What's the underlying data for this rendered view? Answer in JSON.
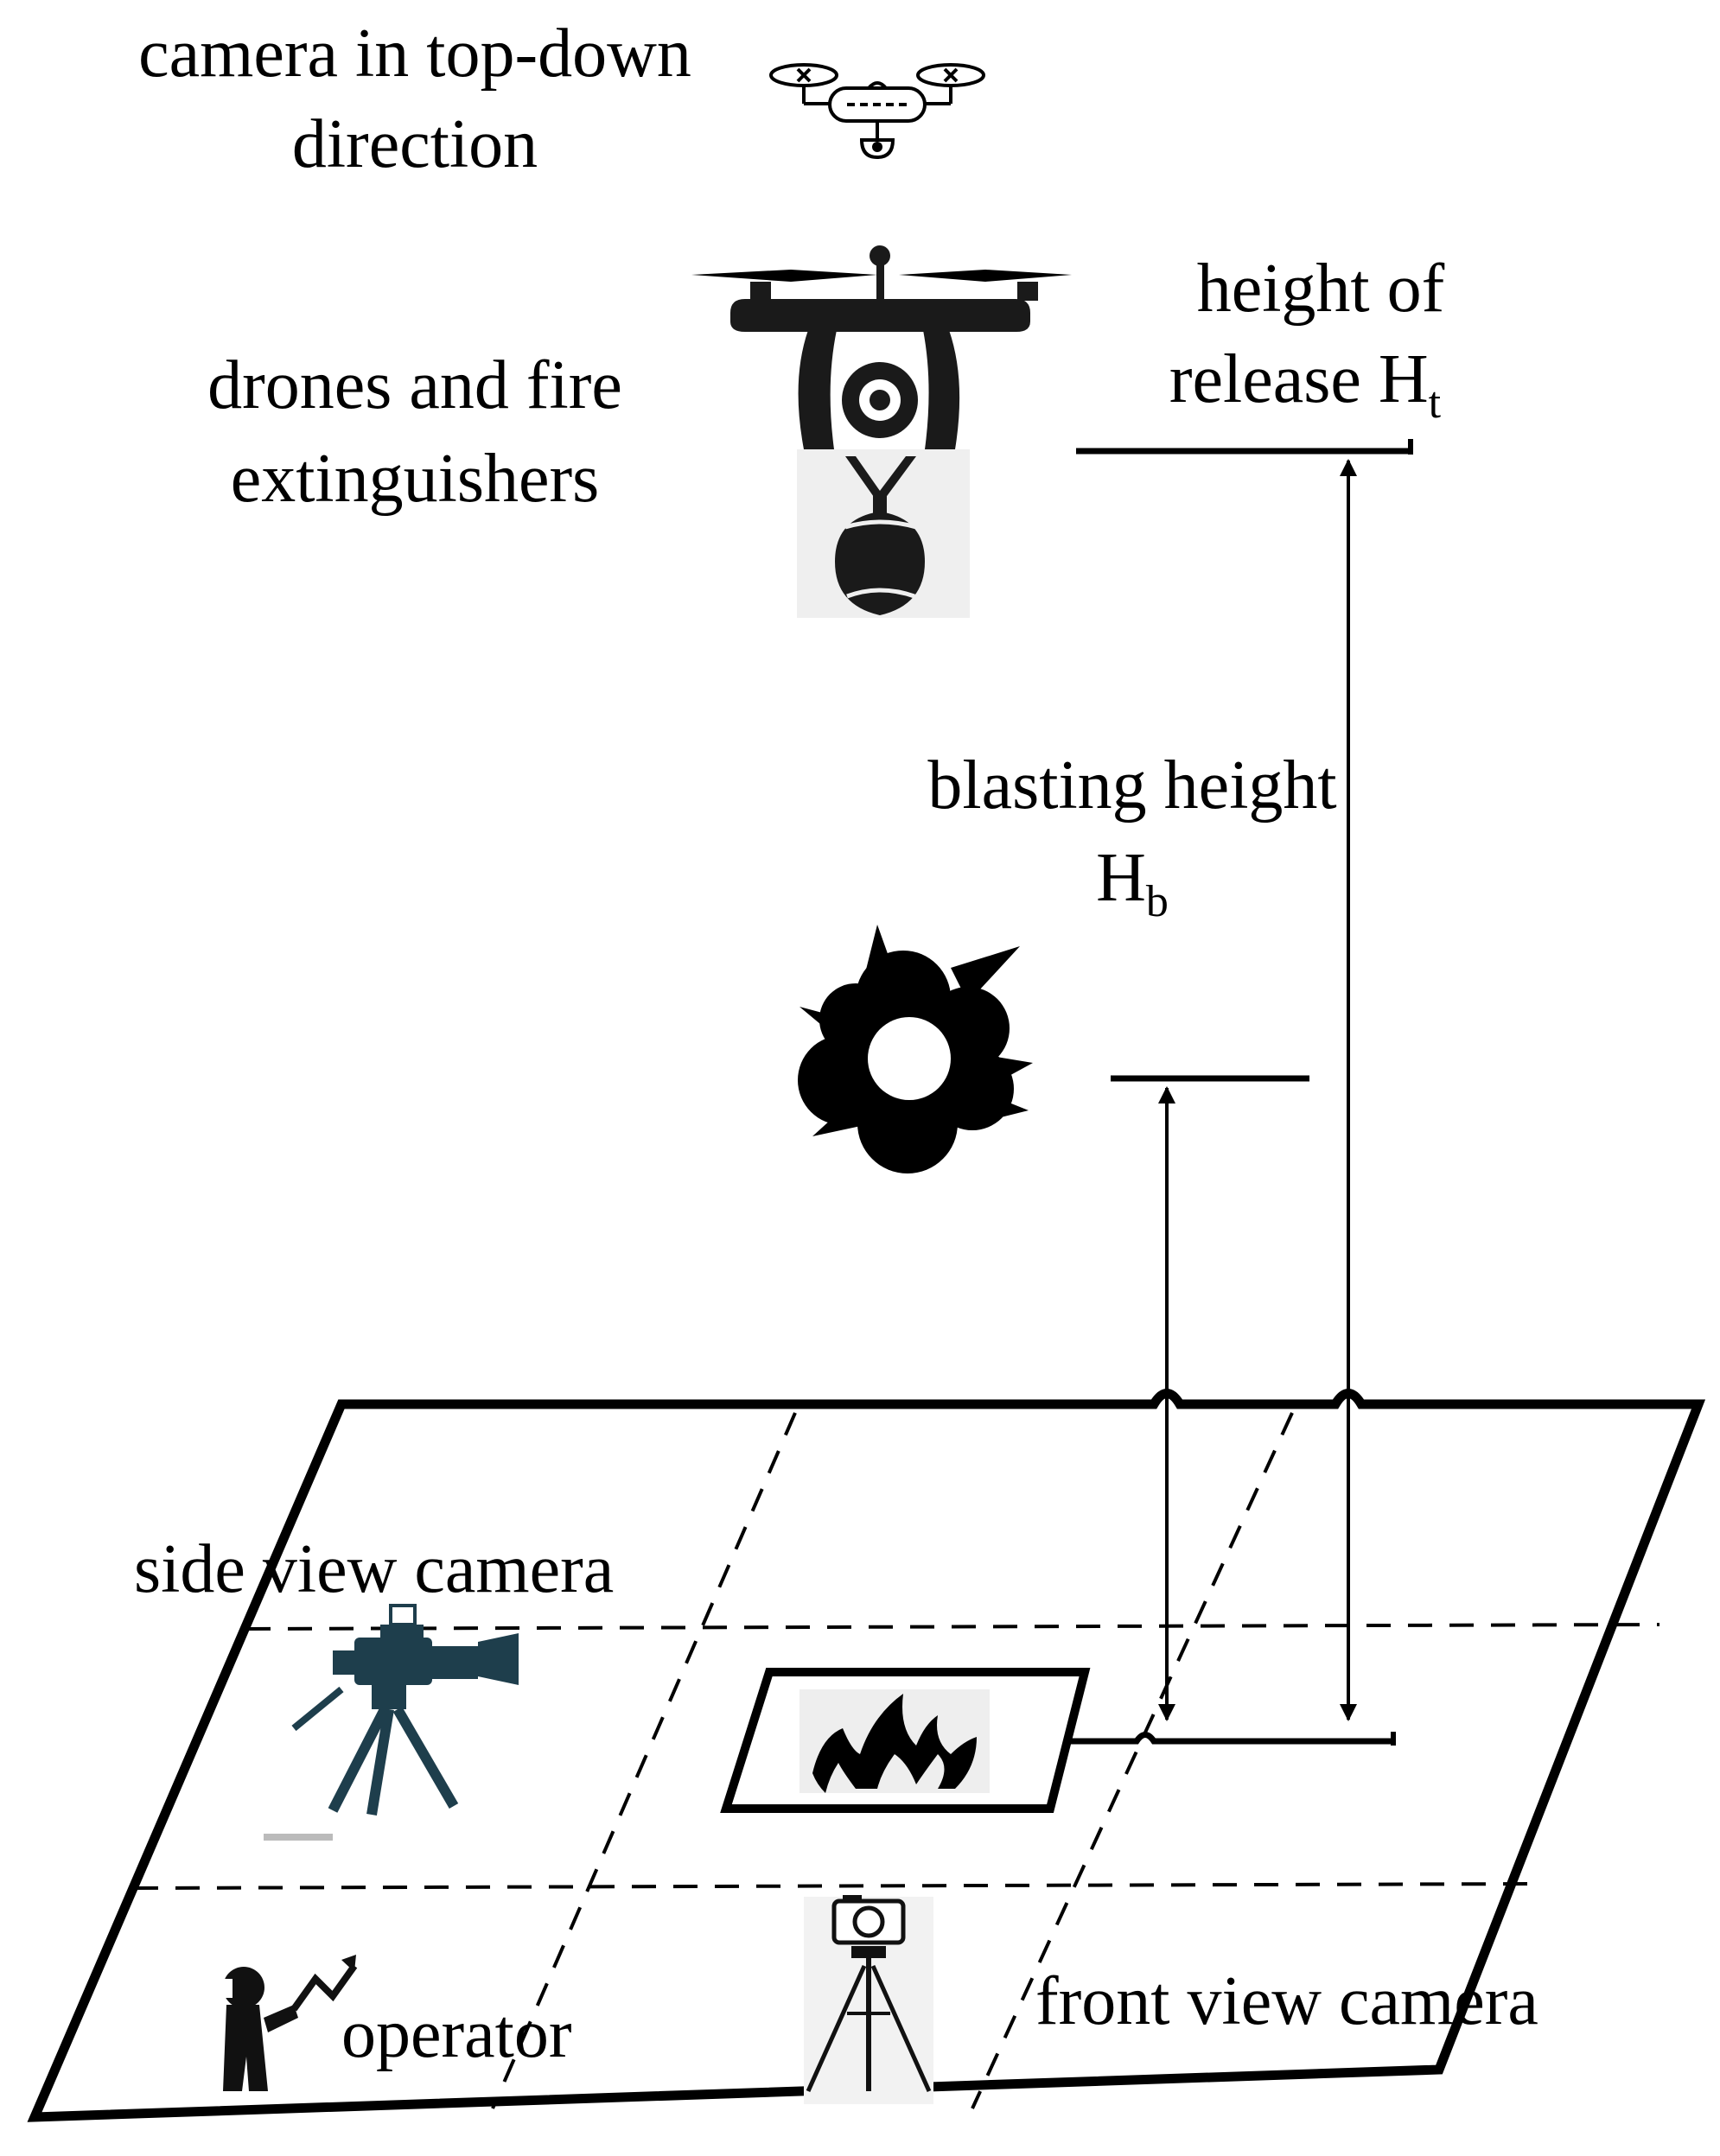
{
  "labels": {
    "camera_top_line1": "camera in top-down",
    "camera_top_line2": "direction",
    "drones_line1": "drones and fire",
    "drones_line2": "extinguishers",
    "height_release_line1": "height of",
    "height_release_line2": "release H",
    "height_release_sub": "t",
    "blasting_line1": "blasting height",
    "blasting_line2": "H",
    "blasting_sub": "b",
    "side_view": "side view camera",
    "front_view": "front view camera",
    "operator": "operator"
  },
  "icons": [
    "small-drone-icon",
    "drone-with-bomb-icon",
    "explosion-icon",
    "fire-icon",
    "video-camera-on-tripod-icon",
    "photo-camera-on-tripod-icon",
    "operator-icon"
  ],
  "colors": {
    "ink": "#000000",
    "camera_teal": "#1e3e4c",
    "icon_background": "#eeeeee"
  }
}
